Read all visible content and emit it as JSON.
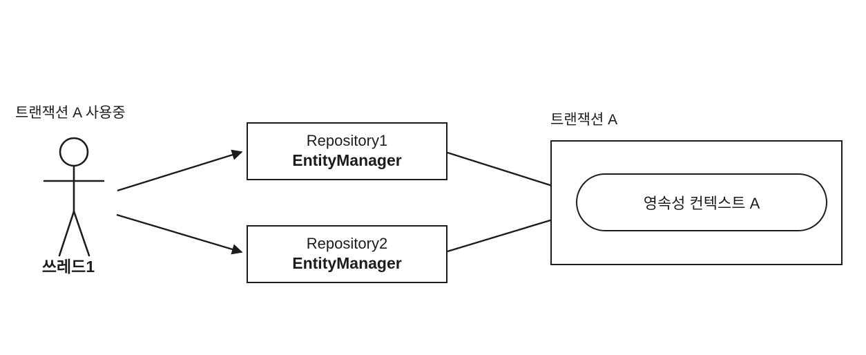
{
  "diagram": {
    "actor": {
      "caption_top": "트랜잭션 A 사용중",
      "name": "쓰레드1"
    },
    "repositories": [
      {
        "title": "Repository1",
        "subtitle": "EntityManager"
      },
      {
        "title": "Repository2",
        "subtitle": "EntityManager"
      }
    ],
    "transaction": {
      "label": "트랜잭션 A",
      "context": "영속성 컨텍스트 A"
    },
    "colors": {
      "stroke": "#1c1c1c",
      "background": "#ffffff"
    }
  }
}
